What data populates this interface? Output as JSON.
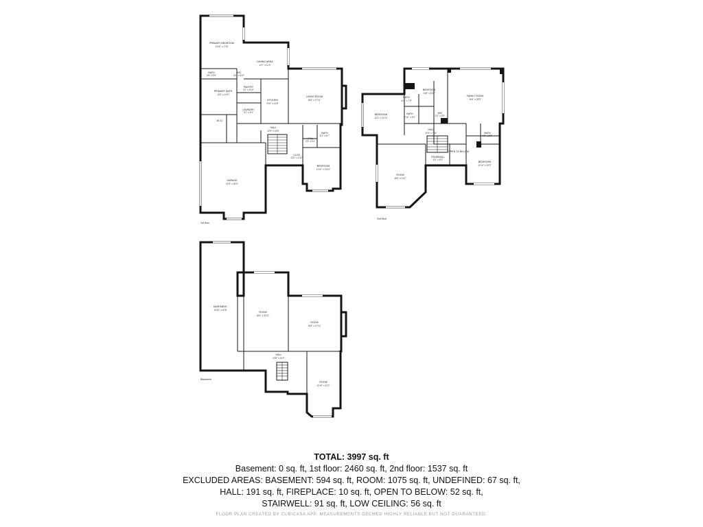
{
  "floors": {
    "first": {
      "label": "1st floor",
      "rooms": [
        {
          "name": "PRIMARY BEDROOM",
          "dims": "13'10\" x 17'8\""
        },
        {
          "name": "DINING AREA",
          "dims": "14'7\" x 11'3\""
        },
        {
          "name": "BATH",
          "dims": "5'5\" x 5'5\""
        },
        {
          "name": "WIC",
          "dims": "5'1\" x 5'10\""
        },
        {
          "name": "PRIMARY BATH",
          "dims": "13'2\" x 14'9\""
        },
        {
          "name": "PANTRY",
          "dims": "4'1\" x 5'10\""
        },
        {
          "name": "KITCHEN",
          "dims": "9'10\" x 14'8\""
        },
        {
          "name": "LIVING ROOM",
          "dims": "18'4\" x 17'11\""
        },
        {
          "name": "LAUNDRY",
          "dims": "5'1\" x 9'2\""
        },
        {
          "name": "W.I.C",
          "dims": ""
        },
        {
          "name": "HALL",
          "dims": "22'9\" x 15'6\""
        },
        {
          "name": "BATH",
          "dims": "8'1\" x 5'7\""
        },
        {
          "name": "HALL",
          "dims": "3'3\" x 5'4\""
        },
        {
          "name": "GARAGE",
          "dims": "21'9\" x 25'3\""
        },
        {
          "name": "CLOS",
          "dims": "4'10\" x 2'11\""
        },
        {
          "name": "BEDROOM",
          "dims": "11'10\" x 13'10\""
        }
      ]
    },
    "second": {
      "label": "2nd floor",
      "rooms": [
        {
          "name": "BEDROOM",
          "dims": "14'5\" x 16'8\""
        },
        {
          "name": "FAMILY ROOM",
          "dims": "18'4\" x 18'9\""
        },
        {
          "name": "BATH",
          "dims": "4'11\" x 7'9\""
        },
        {
          "name": "BATH",
          "dims": "7'10\" x 5'0\""
        },
        {
          "name": "BEDROOM",
          "dims": "12'2\" x 12'10\""
        },
        {
          "name": "WIC",
          "dims": "5'1\" x 5'9\""
        },
        {
          "name": "HALL",
          "dims": "22'4\" x 7'11\""
        },
        {
          "name": "BATH",
          "dims": "8'1\" x 5'8\""
        },
        {
          "name": "OPEN TO BELOW",
          "dims": ""
        },
        {
          "name": "STAIRWELL",
          "dims": "8'1\" x 9'3\""
        },
        {
          "name": "ROOM",
          "dims": "18'2\" x 21'1\""
        },
        {
          "name": "BEDROOM",
          "dims": "11'10\" x 20'3\""
        }
      ]
    },
    "basement": {
      "label": "Basement",
      "rooms": [
        {
          "name": "BASEMENT",
          "dims": "13'10\" x 42'8\""
        },
        {
          "name": "ROOM",
          "dims": "18'4\" x 20'11\""
        },
        {
          "name": "ROOM",
          "dims": "18'4\" x 17'11\""
        },
        {
          "name": "HALL",
          "dims": "22'8\" x 14'0\""
        },
        {
          "name": "ROOM",
          "dims": "11'10\" x 22'3\""
        }
      ]
    }
  },
  "summary": {
    "total": "TOTAL: 3997 sq. ft",
    "line1": "Basement: 0 sq. ft, 1st floor: 2460 sq. ft, 2nd floor: 1537 sq. ft",
    "line2": "EXCLUDED AREAS: BASEMENT: 594 sq. ft, ROOM: 1075 sq. ft, UNDEFINED: 67 sq. ft,",
    "line3": "HALL: 191 sq. ft, FIREPLACE: 10 sq. ft, OPEN TO BELOW: 52 sq. ft,",
    "line4": "STAIRWELL: 91 sq. ft, LOW CEILING: 56 sq. ft",
    "disclaimer": "FLOOR PLAN CREATED BY CUBICASA APP. MEASUREMENTS DEEMED HIGHLY RELIABLE BUT NOT GUARANTEED."
  }
}
